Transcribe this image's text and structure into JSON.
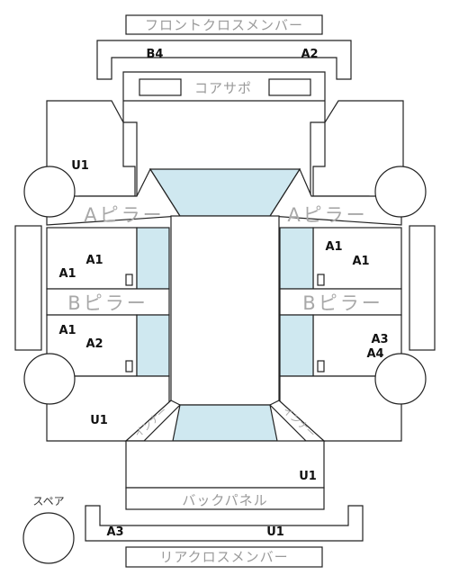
{
  "labels": {
    "front_cross_member": "フロントクロスメンバー",
    "core_support": "コアサポ",
    "a_pillar": "Aピラー",
    "b_pillar": "Bピラー",
    "back_panel": "バックパネル",
    "rear_cross_member": "リアクロスメンバー",
    "spare": "スペア",
    "diagonal": "インナー"
  },
  "grades": {
    "front_cross_left": "B4",
    "front_cross_right": "A2",
    "front_left_apron": "U1",
    "left_front_door_a": "A1",
    "left_front_door_b": "A1",
    "left_rear_door_a": "A1",
    "left_rear_door_b": "A2",
    "right_front_door_a": "A1",
    "right_front_door_b": "A1",
    "right_rear_door_a": "A3",
    "right_rear_door_b": "A4",
    "rear_left_quarter": "U1",
    "trunk_floor": "U1",
    "rear_cross_left": "A3",
    "rear_cross_right": "U1"
  }
}
